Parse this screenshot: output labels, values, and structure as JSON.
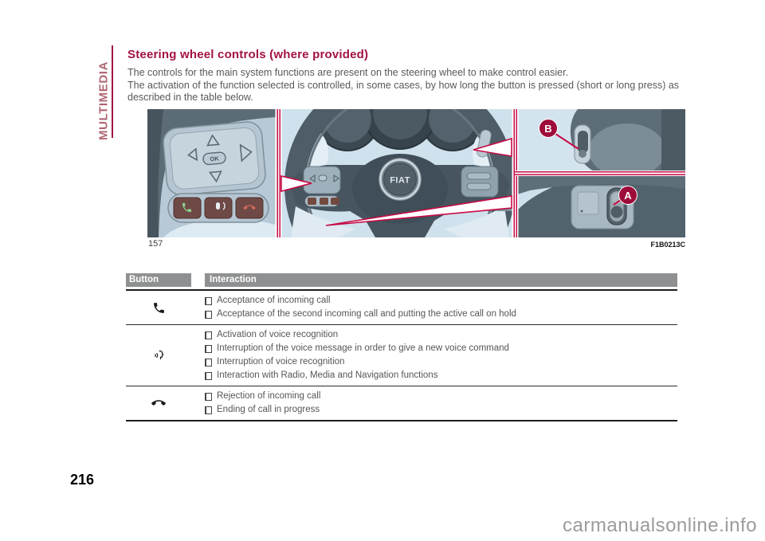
{
  "sidebar": {
    "label": "MULTIMEDIA"
  },
  "article": {
    "title": "Steering wheel controls (where provided)",
    "paragraphs": [
      "The controls for the main system functions are present on the steering wheel to make control easier.",
      "The activation of the function selected is controlled, in some cases, by how long the button is pressed (short or long press) as described in the table below."
    ]
  },
  "figure": {
    "number": "157",
    "code": "F1B0213C",
    "fiat_logo": "FIAT",
    "callouts": {
      "a": "A",
      "b": "B"
    },
    "colors": {
      "accent_red": "#a21240",
      "callout_red": "#c60b45",
      "badge_red": "#9e0c3a",
      "photo_background": "#cfe1ec"
    }
  },
  "table": {
    "headers": [
      "Button",
      "Interaction"
    ],
    "header_gray": "#8f9091",
    "rows": [
      {
        "icon": "phone-accept-icon",
        "items": [
          "Acceptance of incoming call",
          "Acceptance of the second incoming call and putting the active call on hold"
        ]
      },
      {
        "icon": "voice-recognition-icon",
        "items": [
          "Activation of voice recognition",
          "Interruption of the voice message in order to give a new voice command",
          "Interruption of voice recognition",
          "Interaction with Radio, Media and Navigation functions"
        ]
      },
      {
        "icon": "phone-reject-icon",
        "items": [
          "Rejection of incoming call",
          "Ending of call in progress"
        ]
      }
    ]
  },
  "page": {
    "number": "216",
    "watermark": "carmanualsonline.info"
  }
}
